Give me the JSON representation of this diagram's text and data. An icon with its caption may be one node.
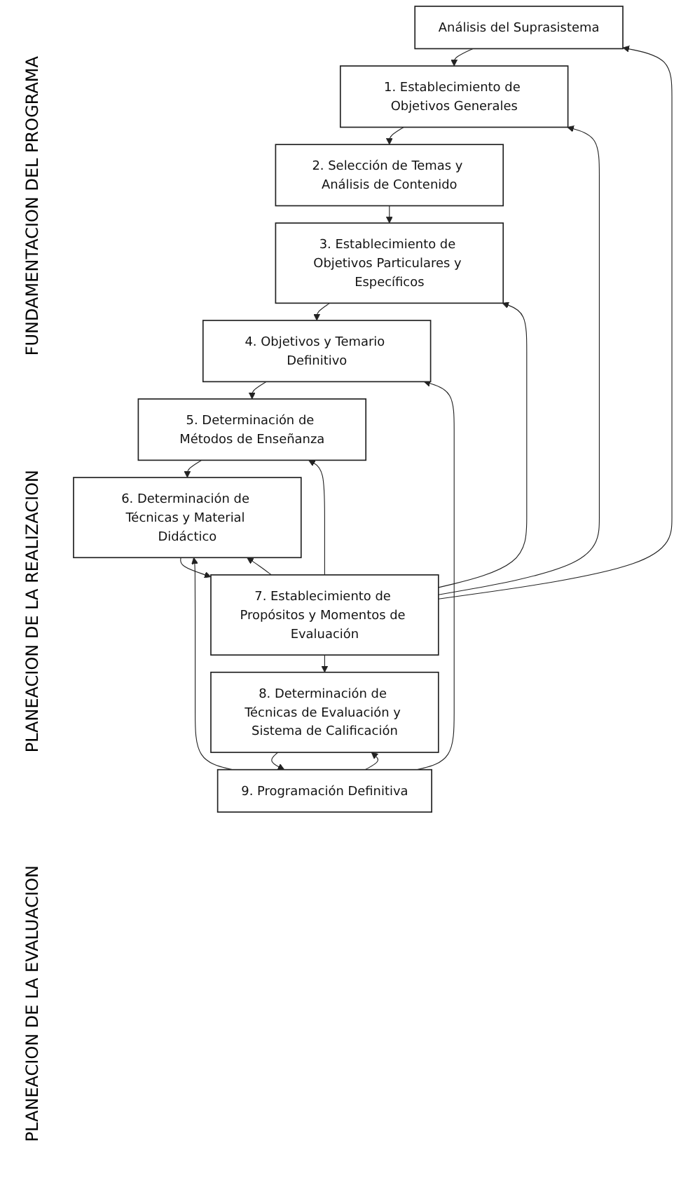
{
  "diagram": {
    "nodes": [
      {
        "text": [
          "Análisis del Suprasistema"
        ]
      },
      {
        "text": [
          "1. Establecimiento de Objetivos Generales"
        ]
      },
      {
        "text": [
          "2. Selección de Temas y Análisis de Contenido"
        ]
      },
      {
        "text": [
          "3. Establecimiento de Objetivos Particulares y Específicos"
        ]
      },
      {
        "text": [
          "4. Objetivos y Temario Definitivo"
        ]
      },
      {
        "text": [
          "5. Determinación de Métodos de Enseñanza"
        ]
      },
      {
        "text": [
          "6. Determinación de Técnicas y Material Didáctico"
        ]
      },
      {
        "text": [
          "7. Establecimiento de Propósitos y Momentos de Evaluación"
        ]
      },
      {
        "text": [
          "8. Determinación de Técnicas de Evaluación y Sistema de Calificación"
        ]
      },
      {
        "text": [
          "9. Programación Definitiva"
        ]
      }
    ],
    "edges": [
      {
        "from": 0,
        "to": 1,
        "arrow": "to"
      },
      {
        "from": 1,
        "to": 2,
        "arrow": "to"
      },
      {
        "from": 2,
        "to": 3,
        "arrow": "to"
      },
      {
        "from": 3,
        "to": 4,
        "arrow": "to"
      },
      {
        "from": 4,
        "to": 5,
        "arrow": "to"
      },
      {
        "from": 5,
        "to": 6,
        "arrow": "to"
      },
      {
        "from": 6,
        "to": 7,
        "arrow": "to"
      },
      {
        "from": 7,
        "to": 8,
        "arrow": "to"
      },
      {
        "from": 8,
        "to": 9,
        "arrow": "to"
      },
      {
        "from": 7,
        "to": 0,
        "arrow": "to"
      },
      {
        "from": 7,
        "to": 1,
        "arrow": "to"
      },
      {
        "from": 7,
        "to": 3,
        "arrow": "to"
      },
      {
        "from": 7,
        "to": 5,
        "arrow": "to"
      },
      {
        "from": 7,
        "to": 6,
        "arrow": "to"
      },
      {
        "from": 9,
        "to": 4,
        "arrow": "to"
      },
      {
        "from": 9,
        "to": 6,
        "arrow": "to"
      },
      {
        "from": 9,
        "to": 8,
        "arrow": "to"
      }
    ],
    "labels": [
      "FUNDAMENTACION DEL PROGRAMA",
      "PLANEACION DE LA REALIZACION",
      "PLANEACION DE LA EVALUACION"
    ]
  }
}
